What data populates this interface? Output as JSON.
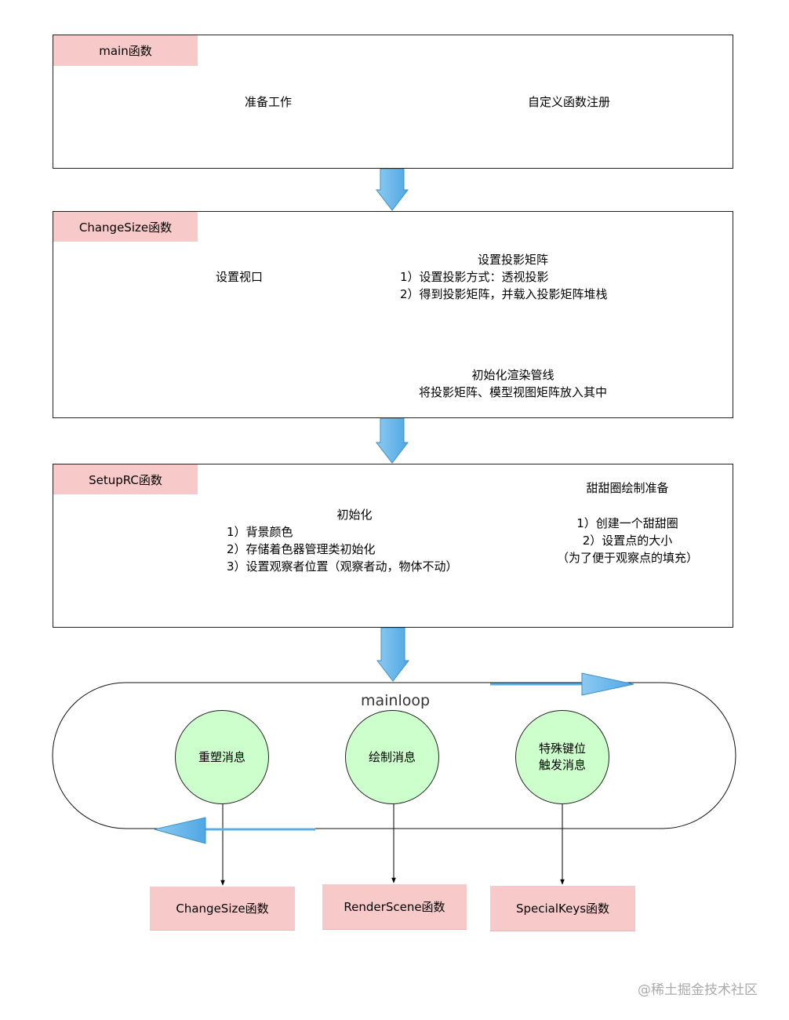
{
  "main": {
    "tag": "main函数",
    "prep": "准备工作",
    "register": "自定义函数注册"
  },
  "changesize": {
    "tag": "ChangeSize函数",
    "viewport": "设置视口",
    "projection_title": "设置投影矩阵",
    "projection_steps": [
      "1）设置投影方式：透视投影",
      "2）得到投影矩阵，并载入投影矩阵堆栈"
    ],
    "pipeline_title": "初始化渲染管线",
    "pipeline_desc": "将投影矩阵、模型视图矩阵放入其中"
  },
  "setuprc": {
    "tag": "SetupRC函数",
    "init_title": "初始化",
    "init_steps": [
      "1）背景颜色",
      "2）存储着色器管理类初始化",
      "3）设置观察者位置（观察者动，物体不动）"
    ],
    "donut_title": "甜甜圈绘制准备",
    "donut_steps": [
      "1）创建一个甜甜圈",
      "2）设置点的大小",
      "（为了便于观察点的填充）"
    ]
  },
  "mainloop": {
    "label": "mainloop",
    "nodes": [
      {
        "lines": [
          "重塑消息"
        ],
        "fn": "ChangeSize函数"
      },
      {
        "lines": [
          "绘制消息"
        ],
        "fn": "RenderScene函数"
      },
      {
        "lines": [
          "特殊键位",
          "触发消息"
        ],
        "fn": "SpecialKeys函数"
      }
    ]
  },
  "watermark": "@稀土掘金技术社区",
  "colors": {
    "tag_bg": "#f8c9c9",
    "circle_bg": "#ccffcc",
    "block_arrow": "#5aaee6"
  }
}
